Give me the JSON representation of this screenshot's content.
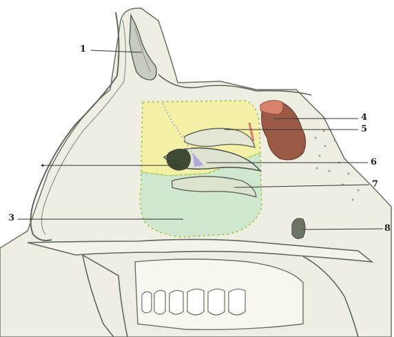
{
  "labels": [
    {
      "id": "label-1",
      "text": "1"
    },
    {
      "id": "label-2",
      "text": ""
    },
    {
      "id": "label-3",
      "text": "3"
    },
    {
      "id": "label-4",
      "text": "4"
    },
    {
      "id": "label-5",
      "text": "5"
    },
    {
      "id": "label-6",
      "text": "6"
    },
    {
      "id": "label-7",
      "text": "7"
    },
    {
      "id": "label-8",
      "text": "8"
    }
  ],
  "colors": {
    "tissue": "#eeeee2",
    "tissue_shade": "#c9ccb8",
    "outline": "#5f665a",
    "upper_region": "#f4f1a6",
    "lower_region": "#cfe6cf",
    "sinus": "#9a5a45",
    "sinus_light": "#d9826b",
    "region_border": "#a9cf5a"
  }
}
